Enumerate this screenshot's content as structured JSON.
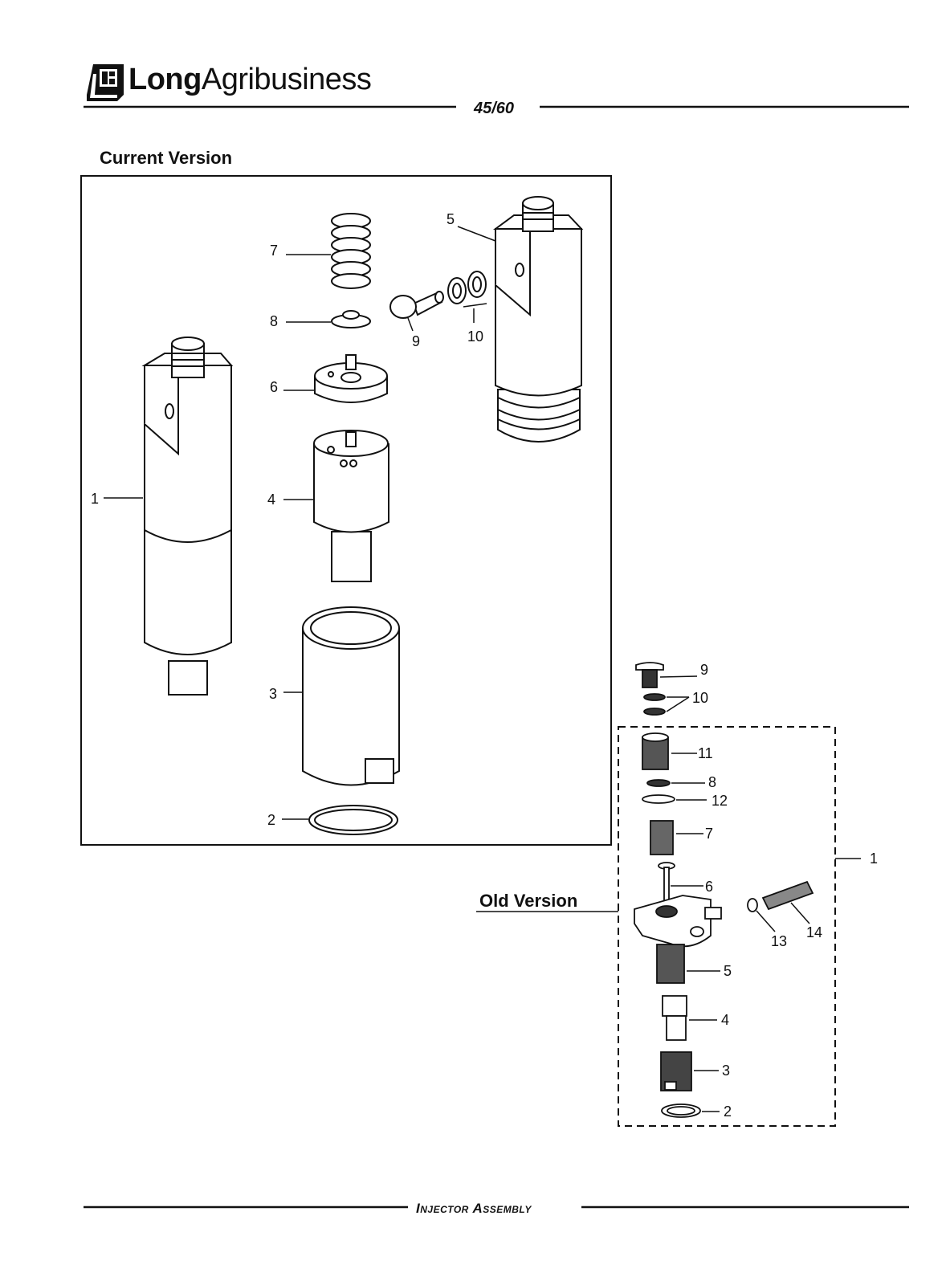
{
  "header": {
    "brand_bold": "Long",
    "brand_rest": "Agribusiness",
    "page_number": "45/60"
  },
  "sections": {
    "current_label": "Current Version",
    "old_label": "Old Version"
  },
  "current_callouts": [
    "1",
    "2",
    "3",
    "4",
    "5",
    "6",
    "7",
    "8",
    "9",
    "10"
  ],
  "old_callouts": [
    "1",
    "2",
    "3",
    "4",
    "5",
    "6",
    "7",
    "8",
    "9",
    "10",
    "11",
    "12",
    "13",
    "14"
  ],
  "footer": {
    "title": "Injector Assembly"
  }
}
